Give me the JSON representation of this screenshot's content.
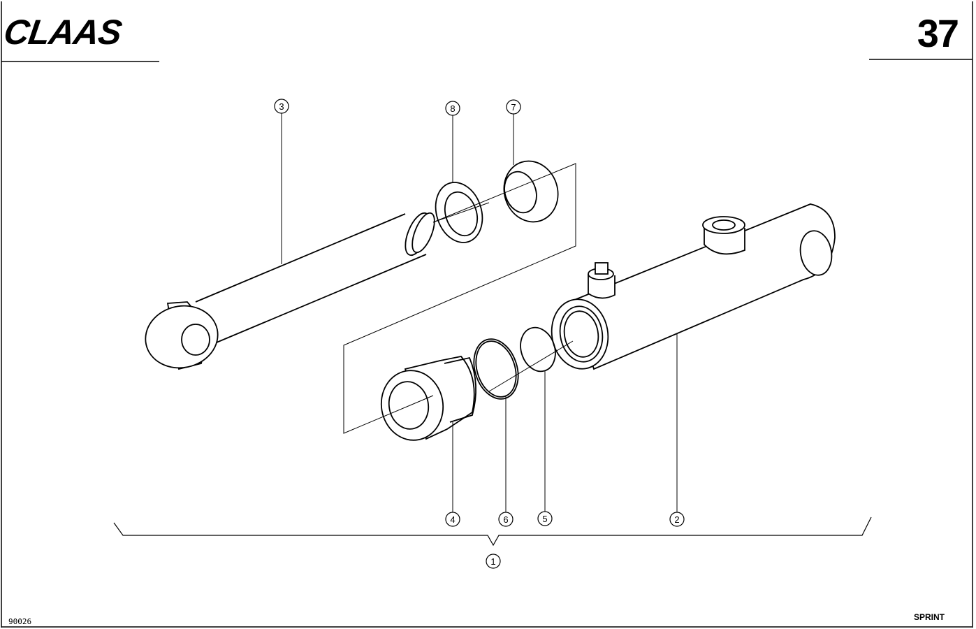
{
  "header": {
    "brand": "CLAAS",
    "page_number": "37"
  },
  "footer": {
    "document_code": "90026",
    "model": "SPRINT"
  },
  "callouts": [
    "1",
    "2",
    "3",
    "4",
    "5",
    "6",
    "7",
    "8"
  ],
  "colors": {
    "ink": "#000000",
    "paper": "#ffffff"
  }
}
